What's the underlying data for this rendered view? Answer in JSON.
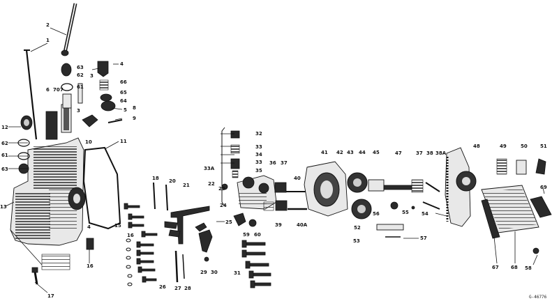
{
  "callouts": [
    {
      "id": "c-1",
      "text": "1"
    },
    {
      "id": "c-2",
      "text": "2"
    },
    {
      "id": "c-3a",
      "text": "3"
    },
    {
      "id": "c-3b",
      "text": "3"
    },
    {
      "id": "c-4a",
      "text": "4"
    },
    {
      "id": "c-4b",
      "text": "4"
    },
    {
      "id": "c-5",
      "text": "5"
    },
    {
      "id": "c-6",
      "text": "6"
    },
    {
      "id": "c-7",
      "text": "7"
    },
    {
      "id": "c-8",
      "text": "8"
    },
    {
      "id": "c-9",
      "text": "9"
    },
    {
      "id": "c-10",
      "text": "10"
    },
    {
      "id": "c-11",
      "text": "11"
    },
    {
      "id": "c-12",
      "text": "12"
    },
    {
      "id": "c-13",
      "text": "13"
    },
    {
      "id": "c-15",
      "text": "15"
    },
    {
      "id": "c-16a",
      "text": "16"
    },
    {
      "id": "c-16b",
      "text": "16"
    },
    {
      "id": "c-17",
      "text": "17"
    },
    {
      "id": "c-18",
      "text": "18"
    },
    {
      "id": "c-20",
      "text": "20"
    },
    {
      "id": "c-21",
      "text": "21"
    },
    {
      "id": "c-22",
      "text": "22"
    },
    {
      "id": "c-23",
      "text": "23"
    },
    {
      "id": "c-24",
      "text": "24"
    },
    {
      "id": "c-25",
      "text": "25"
    },
    {
      "id": "c-26",
      "text": "26"
    },
    {
      "id": "c-27",
      "text": "27"
    },
    {
      "id": "c-28",
      "text": "28"
    },
    {
      "id": "c-29",
      "text": "29"
    },
    {
      "id": "c-30",
      "text": "30"
    },
    {
      "id": "c-31",
      "text": "31"
    },
    {
      "id": "c-32",
      "text": "32"
    },
    {
      "id": "c-33",
      "text": "33"
    },
    {
      "id": "c-33a",
      "text": "33A"
    },
    {
      "id": "c-33b",
      "text": "33"
    },
    {
      "id": "c-34",
      "text": "34"
    },
    {
      "id": "c-35",
      "text": "35"
    },
    {
      "id": "c-36",
      "text": "36"
    },
    {
      "id": "c-37a",
      "text": "37"
    },
    {
      "id": "c-37b",
      "text": "37"
    },
    {
      "id": "c-38",
      "text": "38"
    },
    {
      "id": "c-38a",
      "text": "38A"
    },
    {
      "id": "c-39",
      "text": "39"
    },
    {
      "id": "c-40",
      "text": "40"
    },
    {
      "id": "c-40a",
      "text": "40A"
    },
    {
      "id": "c-41",
      "text": "41"
    },
    {
      "id": "c-42",
      "text": "42"
    },
    {
      "id": "c-43",
      "text": "43"
    },
    {
      "id": "c-44",
      "text": "44"
    },
    {
      "id": "c-45",
      "text": "45"
    },
    {
      "id": "c-47",
      "text": "47"
    },
    {
      "id": "c-48",
      "text": "48"
    },
    {
      "id": "c-49",
      "text": "49"
    },
    {
      "id": "c-50",
      "text": "50"
    },
    {
      "id": "c-51",
      "text": "51"
    },
    {
      "id": "c-52",
      "text": "52"
    },
    {
      "id": "c-53",
      "text": "53"
    },
    {
      "id": "c-54",
      "text": "54"
    },
    {
      "id": "c-55",
      "text": "55"
    },
    {
      "id": "c-56",
      "text": "56"
    },
    {
      "id": "c-57",
      "text": "57"
    },
    {
      "id": "c-58",
      "text": "58"
    },
    {
      "id": "c-59",
      "text": "59"
    },
    {
      "id": "c-60",
      "text": "60"
    },
    {
      "id": "c-61a",
      "text": "61"
    },
    {
      "id": "c-61b",
      "text": "61"
    },
    {
      "id": "c-62a",
      "text": "62"
    },
    {
      "id": "c-62b",
      "text": "62"
    },
    {
      "id": "c-63a",
      "text": "63"
    },
    {
      "id": "c-63b",
      "text": "63"
    },
    {
      "id": "c-64",
      "text": "64"
    },
    {
      "id": "c-65",
      "text": "65"
    },
    {
      "id": "c-66",
      "text": "66"
    },
    {
      "id": "c-67",
      "text": "67"
    },
    {
      "id": "c-68",
      "text": "68"
    },
    {
      "id": "c-69",
      "text": "69"
    },
    {
      "id": "c-70",
      "text": "70"
    }
  ],
  "drawing_code": "G-46776"
}
